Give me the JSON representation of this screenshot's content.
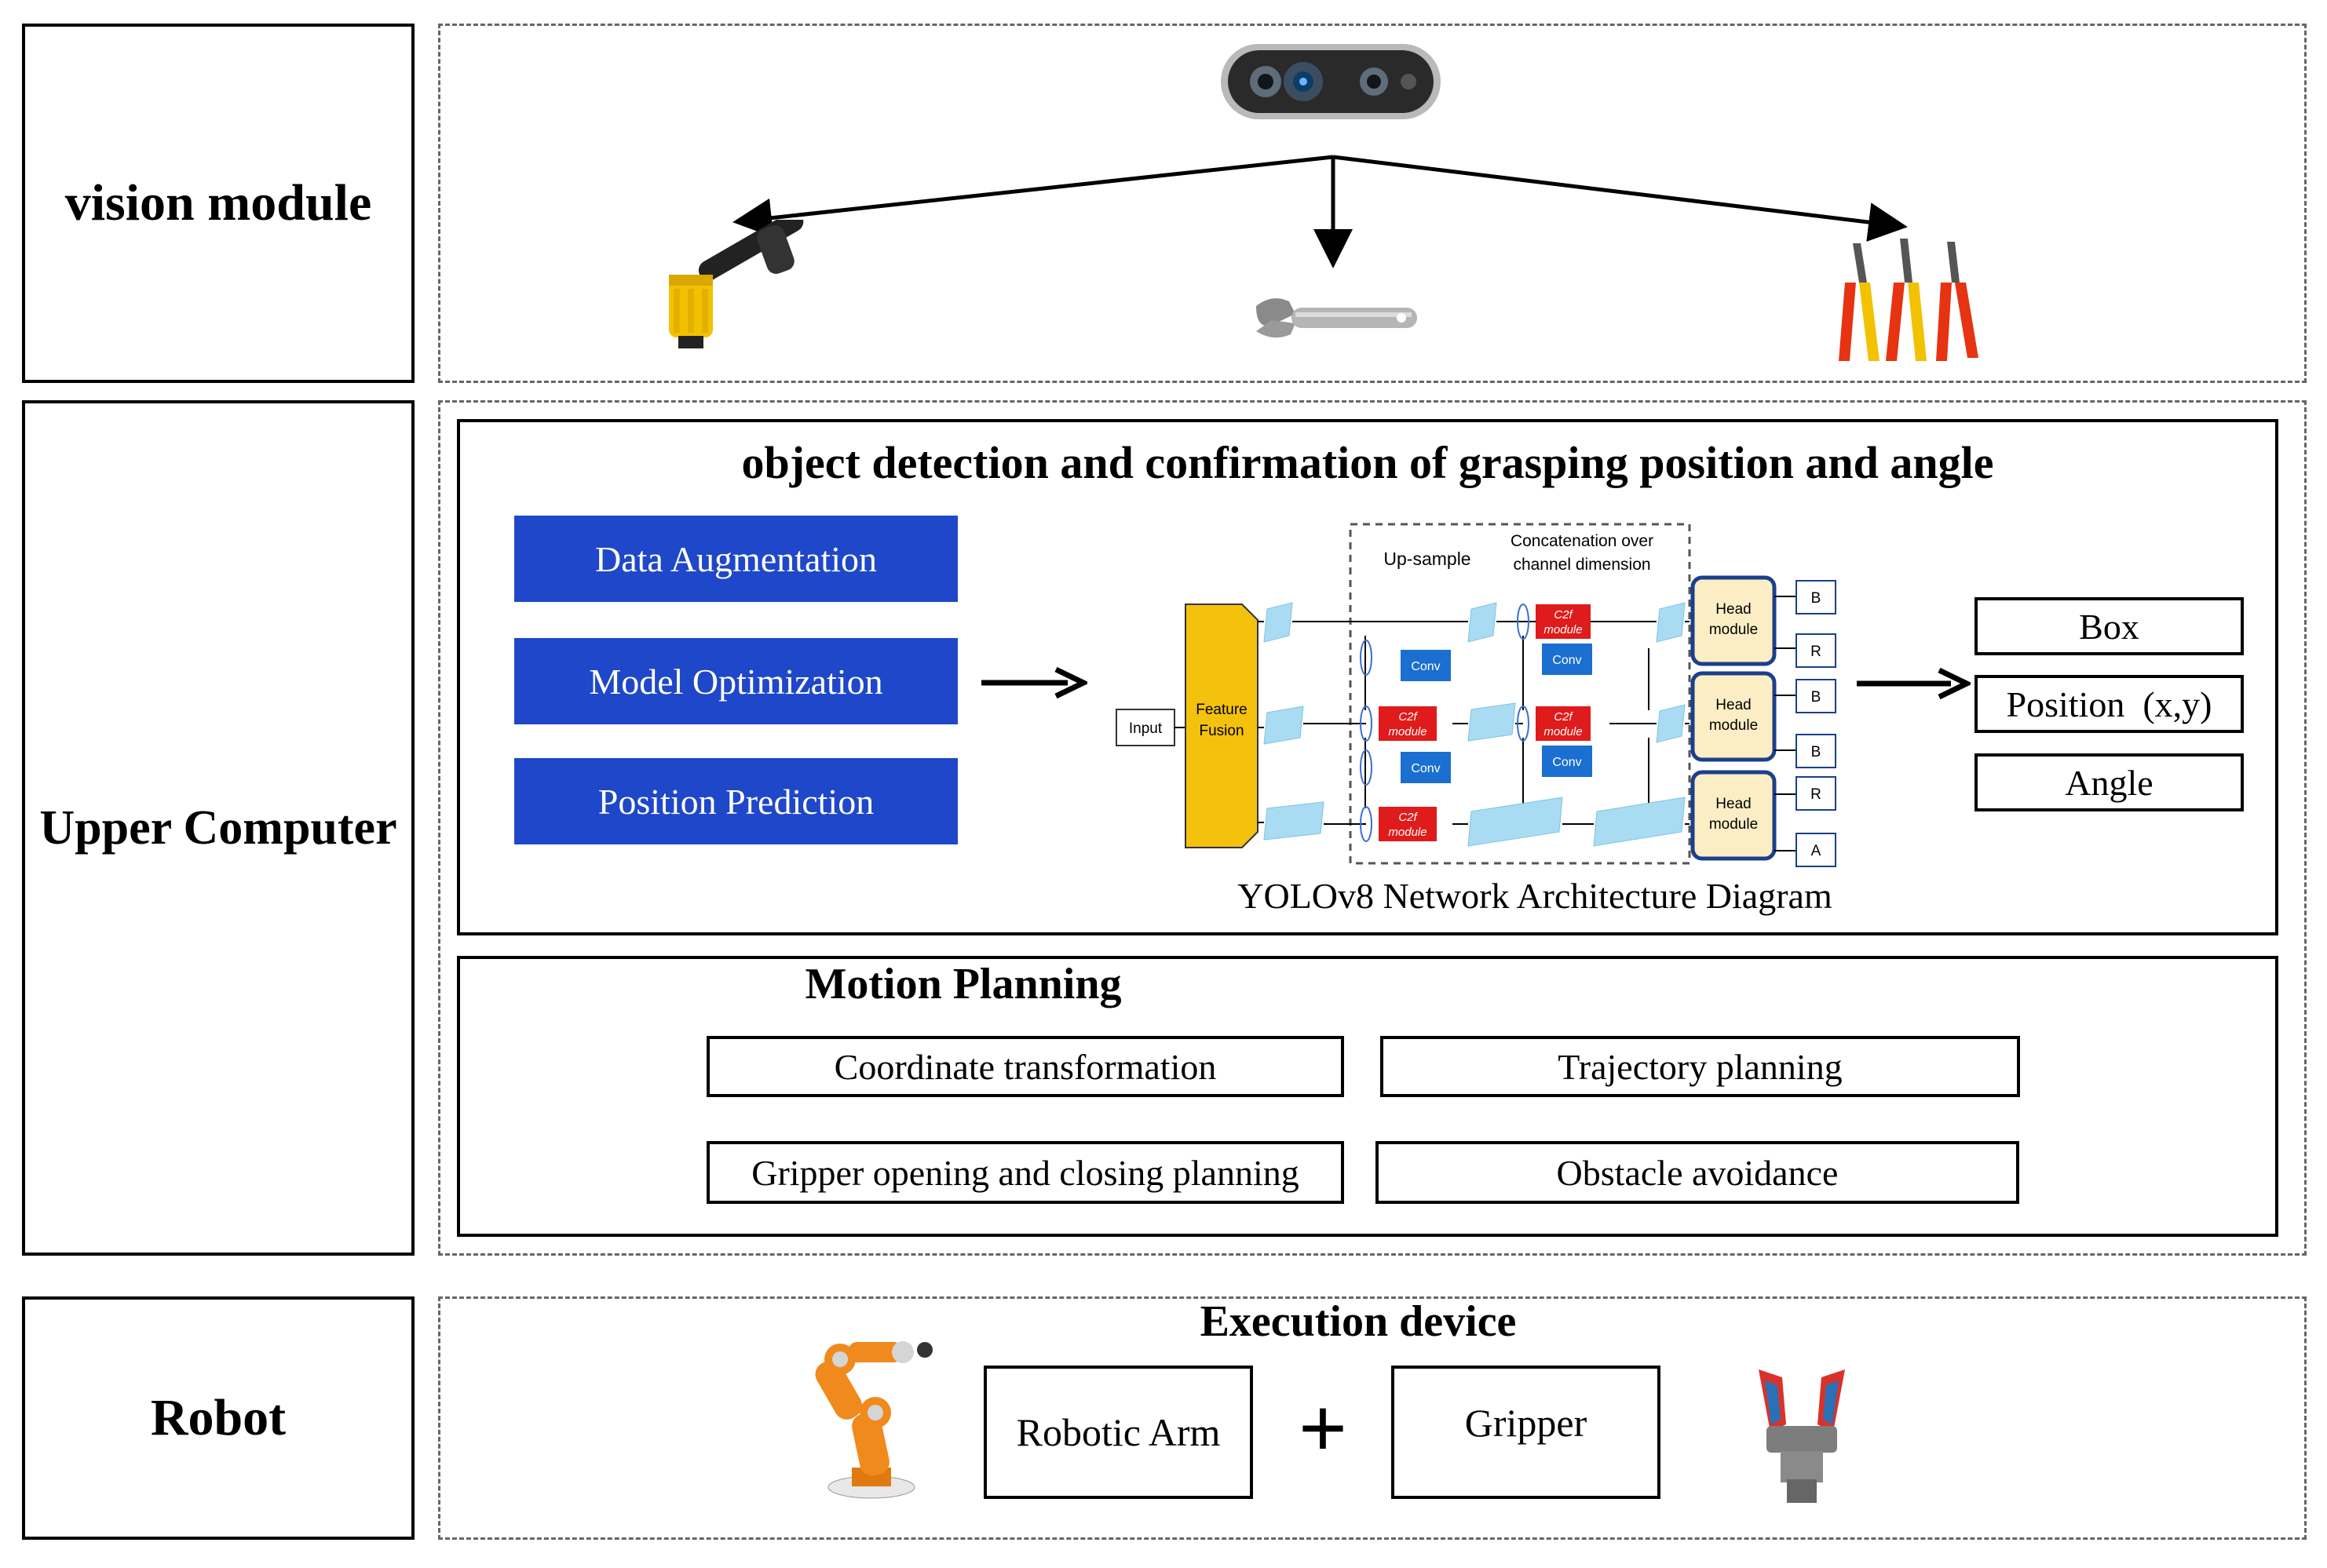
{
  "sections": {
    "vision": "vision module",
    "upper": "Upper Computer",
    "robot": "Robot"
  },
  "detection": {
    "title": "object detection and confirmation of grasping position and angle",
    "steps": [
      "Data Augmentation",
      "Model Optimization",
      "Position Prediction"
    ],
    "caption": "YOLOv8 Network Architecture Diagram",
    "outputs": [
      "Box",
      "Position  (x,y)",
      "Angle"
    ]
  },
  "yolo": {
    "input": "Input",
    "feature_fusion_1": "Feature",
    "feature_fusion_2": "Fusion",
    "upsample": "Up-sample",
    "concat_1": "Concatenation over",
    "concat_2": "channel dimension",
    "conv": "Conv",
    "c2f_1": "C2f",
    "c2f_2": "module",
    "head_1": "Head",
    "head_2": "module",
    "out_b": "B",
    "out_r": "R",
    "out_a": "A"
  },
  "motion": {
    "title": "Motion Planning",
    "items": [
      "Coordinate transformation",
      "Trajectory planning",
      "Gripper opening and closing planning",
      "Obstacle avoidance"
    ]
  },
  "execution": {
    "title": "Execution device",
    "arm": "Robotic Arm",
    "plus": "+",
    "gripper": "Gripper"
  },
  "colors": {
    "blue_box": "#1f47c9",
    "c2f_red": "#e01b1b",
    "conv_blue": "#1a6fd0",
    "feature_yellow": "#f4c20d",
    "head_fill": "#fbeec4",
    "head_border": "#1c3f8c",
    "block_cyan": "#a9dcf2"
  },
  "icons": [
    "depth-camera-icon",
    "ratchet-wrench-icon",
    "adjustable-wrench-icon",
    "pliers-icon",
    "robotic-arm-icon",
    "gripper-icon"
  ]
}
